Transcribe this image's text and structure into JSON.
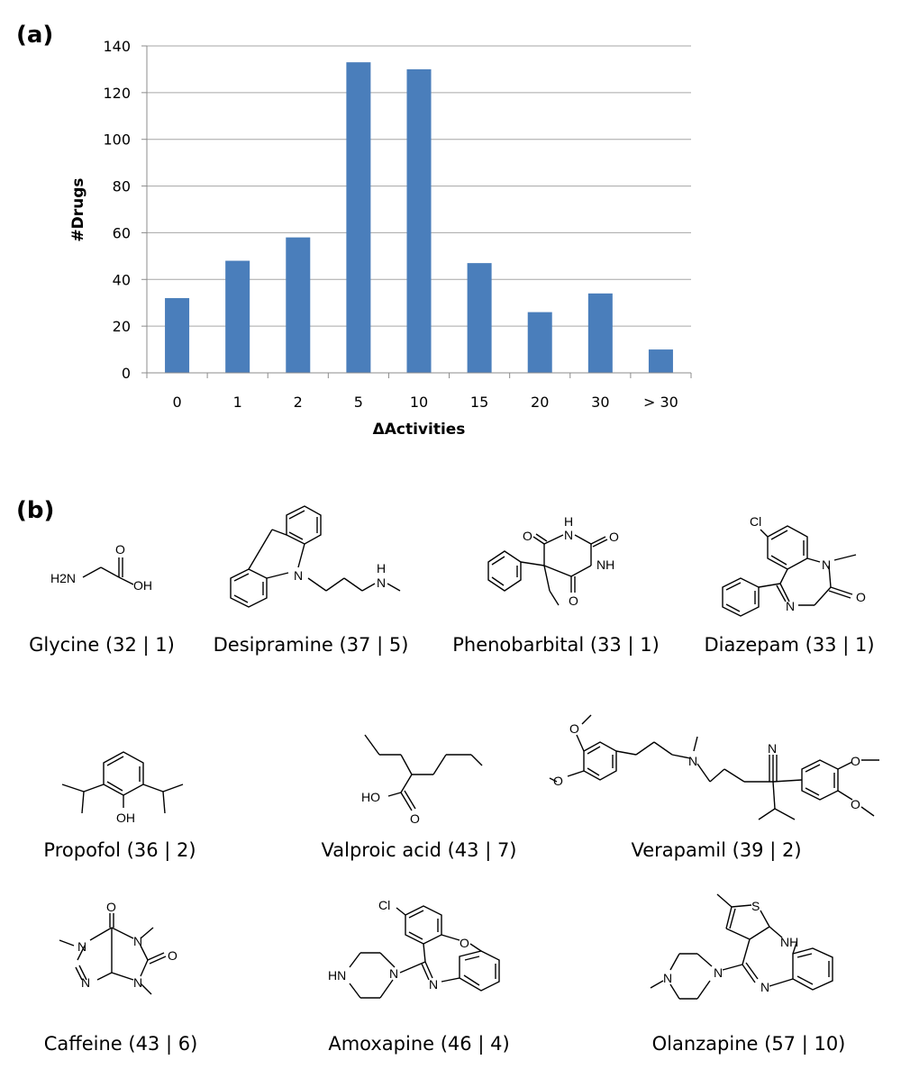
{
  "panels": {
    "a": "(a)",
    "b": "(b)"
  },
  "chart_data": {
    "type": "bar",
    "categories": [
      "0",
      "1",
      "2",
      "5",
      "10",
      "15",
      "20",
      "30",
      "> 30"
    ],
    "values": [
      32,
      48,
      58,
      133,
      130,
      47,
      26,
      34,
      10
    ],
    "xlabel": "ΔActivities",
    "ylabel": "#Drugs",
    "ylim": [
      0,
      140
    ],
    "yticks": [
      0,
      20,
      40,
      60,
      80,
      100,
      120,
      140
    ],
    "grid": true,
    "bar_color": "#4a7ebb"
  },
  "molecules": [
    {
      "caption": "Glycine (32 | 1)",
      "atoms": [
        "H2N",
        "O",
        "OH"
      ]
    },
    {
      "caption": "Desipramine (37 | 5)",
      "atoms": [
        "N",
        "H",
        "N"
      ]
    },
    {
      "caption": "Phenobarbital (33 | 1)",
      "atoms": [
        "O",
        "H",
        "N",
        "O",
        "NH",
        "O"
      ]
    },
    {
      "caption": "Diazepam (33 | 1)",
      "atoms": [
        "Cl",
        "N",
        "N",
        "O"
      ]
    },
    {
      "caption": "Propofol (36 | 2)",
      "atoms": [
        "OH"
      ]
    },
    {
      "caption": "Valproic acid (43 | 7)",
      "atoms": [
        "HO",
        "O"
      ]
    },
    {
      "caption": "Verapamil (39 | 2)",
      "atoms": [
        "O",
        "O",
        "N",
        "N",
        "O",
        "O"
      ]
    },
    {
      "caption": "Caffeine (43 | 6)",
      "atoms": [
        "O",
        "N",
        "N",
        "O",
        "N",
        "N"
      ]
    },
    {
      "caption": "Amoxapine (46 | 4)",
      "atoms": [
        "Cl",
        "O",
        "N",
        "HN",
        "N"
      ]
    },
    {
      "caption": "Olanzapine (57 | 10)",
      "atoms": [
        "S",
        "NH",
        "N",
        "N",
        "N"
      ]
    }
  ]
}
